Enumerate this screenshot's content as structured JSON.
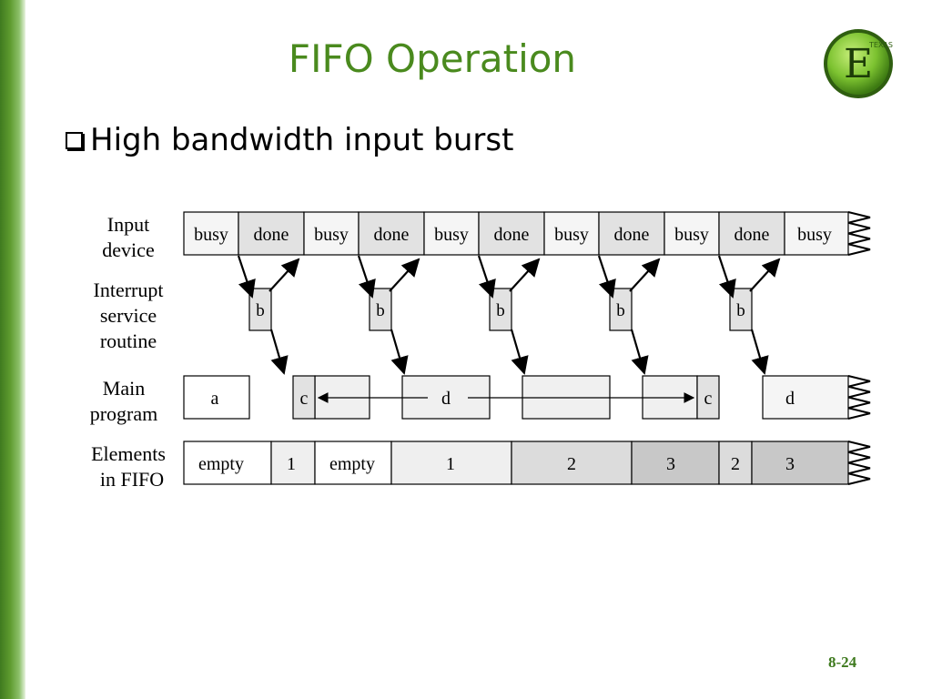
{
  "slide": {
    "title": "FIFO Operation",
    "bullet": "High bandwidth input burst",
    "page_number": "8-24",
    "logo_letter": "E",
    "logo_text": "TEXAS"
  },
  "colors": {
    "title": "#4a8a1e",
    "accent": "#3f7a1f"
  },
  "row_labels": {
    "input": [
      "Input",
      "device"
    ],
    "isr": [
      "Interrupt",
      "service",
      "routine"
    ],
    "main": [
      "Main",
      "program"
    ],
    "fifo": [
      "Elements",
      "in FIFO"
    ]
  },
  "input_segments": [
    "busy",
    "done",
    "busy",
    "done",
    "busy",
    "done",
    "busy",
    "done",
    "busy",
    "done",
    "busy"
  ],
  "isr_label": "b",
  "isr_count": 5,
  "main_segments": [
    "a",
    "c",
    "d",
    "",
    "c",
    "d"
  ],
  "fifo_segments": [
    "empty",
    "1",
    "empty",
    "1",
    "2",
    "3",
    "2",
    "3"
  ]
}
